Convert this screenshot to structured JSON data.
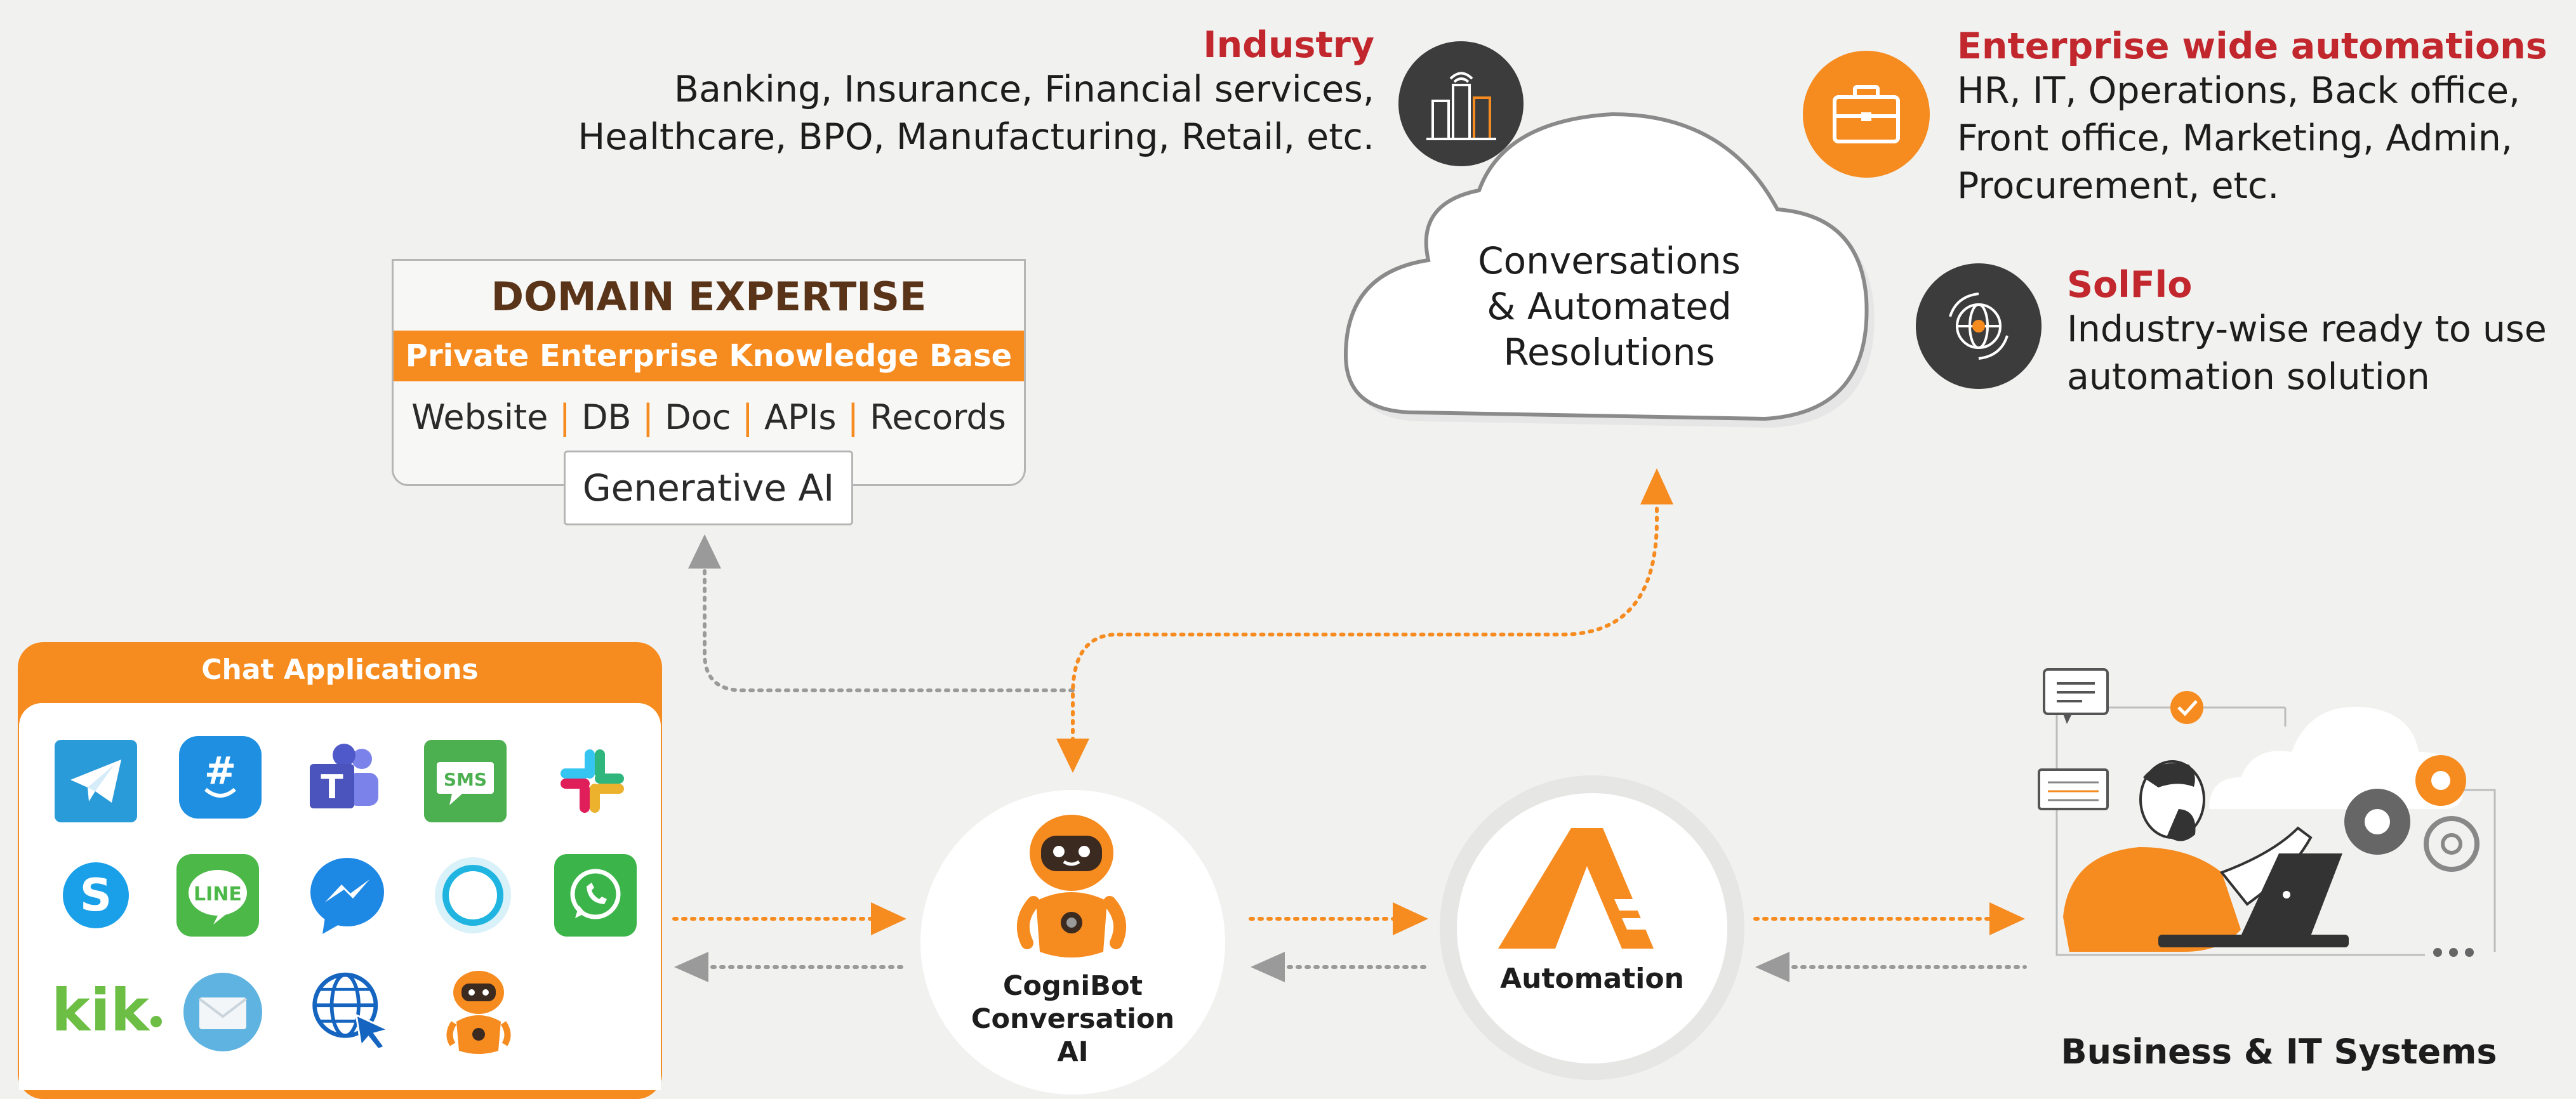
{
  "industry": {
    "title": "Industry",
    "line1": "Banking, Insurance, Financial services,",
    "line2": "Healthcare, BPO, Manufacturing, Retail, etc."
  },
  "enterprise": {
    "title": "Enterprise wide automations",
    "line1": "HR, IT, Operations, Back office,",
    "line2": "Front office, Marketing, Admin,",
    "line3": "Procurement, etc."
  },
  "solflo": {
    "title": "SolFlo",
    "line1": "Industry-wise ready to use",
    "line2": "automation solution"
  },
  "cloud": {
    "line1": "Conversations",
    "line2": "& Automated",
    "line3": "Resolutions"
  },
  "domain": {
    "title": "DOMAIN EXPERTISE",
    "banner": "Private Enterprise Knowledge Base",
    "sources": [
      "Website",
      "DB",
      "Doc",
      "APIs",
      "Records"
    ],
    "separator": "|",
    "genai": "Generative AI"
  },
  "chat": {
    "title": "Chat Applications",
    "apps": [
      "telegram-icon",
      "groupme-icon",
      "teams-icon",
      "sms-icon",
      "slack-icon",
      "skype-icon",
      "line-icon",
      "messenger-icon",
      "alexa-icon",
      "whatsapp-icon",
      "kik-icon",
      "email-icon",
      "web-icon",
      "cognibot-icon"
    ],
    "sms_label": "SMS",
    "line_label": "LINE",
    "kik_label": "kik"
  },
  "cognibot": {
    "line1": "CogniBot",
    "line2": "Conversation",
    "line3": "AI"
  },
  "automation": {
    "label": "Automation"
  },
  "business": {
    "label": "Business & IT Systems"
  },
  "colors": {
    "orange": "#f68b1f",
    "red": "#c1272d",
    "dark": "#3c3c3c",
    "grey": "#9a9a9a",
    "brown": "#5a3418"
  }
}
